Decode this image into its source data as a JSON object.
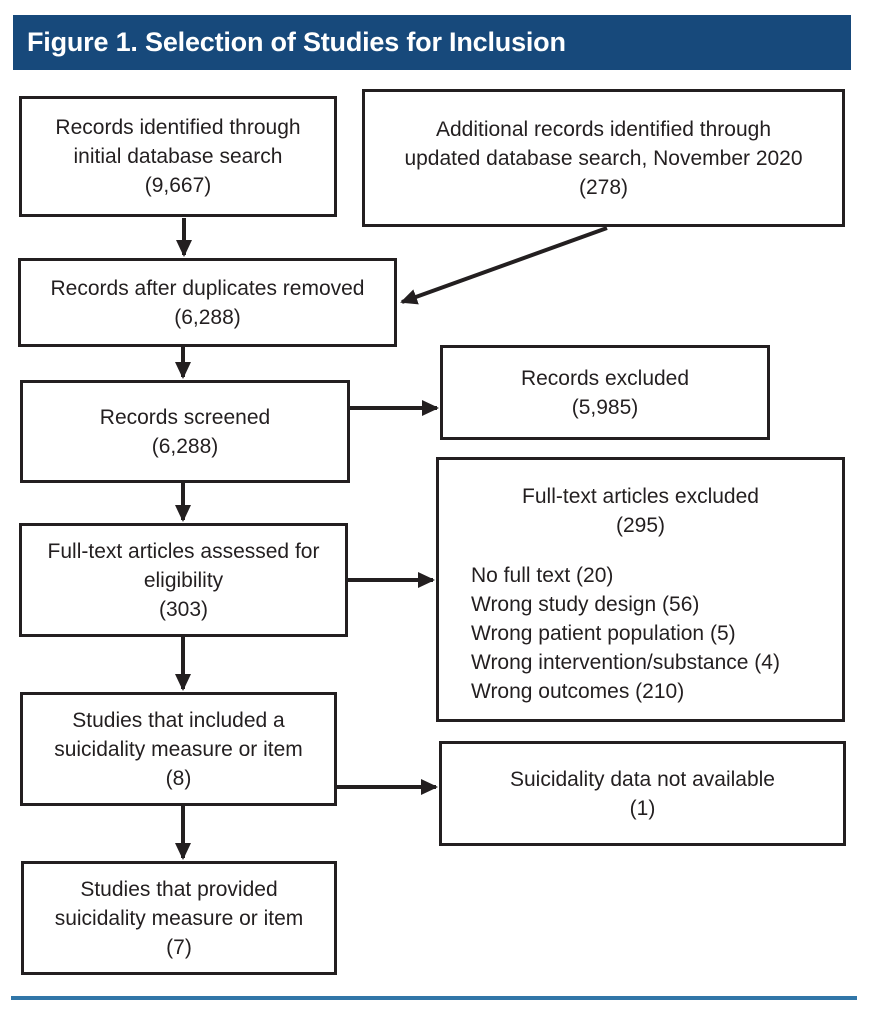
{
  "header": {
    "title": "Figure 1. Selection of Studies for Inclusion"
  },
  "colors": {
    "header_bg": "#17497B",
    "header_text": "#FFFFFF",
    "divider": "#3176A8",
    "box_border": "#231F20",
    "box_bg": "#FFFFFF",
    "text": "#231F20",
    "arrow": "#231F20",
    "page_bg": "#FFFFFF"
  },
  "flowchart": {
    "boxes": {
      "initial_search": {
        "label": "Records identified through\ninitial database search",
        "count": "(9,667)"
      },
      "additional_records": {
        "label": "Additional records identified through\nupdated database search, November 2020",
        "count": "(278)"
      },
      "duplicates_removed": {
        "label": "Records after duplicates removed",
        "count": "(6,288)"
      },
      "records_screened": {
        "label": "Records screened",
        "count": "(6,288)"
      },
      "records_excluded": {
        "label": "Records excluded",
        "count": "(5,985)"
      },
      "fulltext_assessed": {
        "label": "Full-text articles assessed for\neligibility",
        "count": "(303)"
      },
      "fulltext_excluded": {
        "label": "Full-text articles excluded",
        "count": "(295)",
        "reasons": [
          "No full text (20)",
          "Wrong study design (56)",
          "Wrong patient population (5)",
          "Wrong intervention/substance (4)",
          "Wrong outcomes (210)"
        ]
      },
      "suicidality_included": {
        "label": "Studies that included a\nsuicidality measure or item",
        "count": "(8)"
      },
      "suicidality_not_available": {
        "label": "Suicidality data not available",
        "count": "(1)"
      },
      "suicidality_provided": {
        "label": "Studies that provided\nsuicidality measure or item",
        "count": "(7)"
      }
    }
  }
}
